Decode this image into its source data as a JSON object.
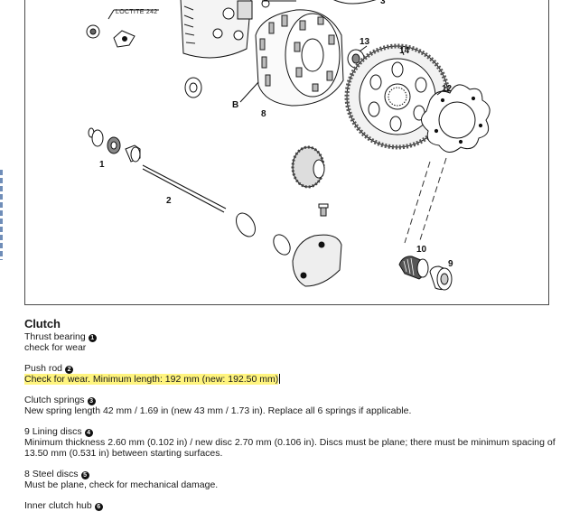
{
  "figure": {
    "callouts": {
      "loctite": "LOCTITE 242",
      "n3": "3",
      "n13": "13",
      "n14": "14",
      "n12": "12",
      "nB": "B",
      "n8": "8",
      "n1": "1",
      "n2": "2",
      "n10": "10",
      "n9": "9"
    }
  },
  "section": {
    "title": "Clutch",
    "items": [
      {
        "title": "Thrust bearing",
        "badge": "1",
        "desc": "check for wear"
      },
      {
        "title": "Push rod",
        "badge": "2",
        "desc": "Check for wear. Minimum length: 192 mm (new: 192.50 mm)"
      },
      {
        "title": "Clutch springs",
        "badge": "3",
        "desc": "New spring length 42 mm / 1.69 in (new 43 mm / 1.73 in). Replace all 6 springs if applicable."
      },
      {
        "title": "9 Lining discs",
        "badge": "4",
        "desc": "Minimum thickness 2.60 mm (0.102 in) / new disc 2.70 mm (0.106 in). Discs must be plane; there must be minimum spacing of 13.50 mm (0.531 in) between starting surfaces."
      },
      {
        "title": "8 Steel discs",
        "badge": "5",
        "desc": "Must be plane, check for mechanical damage."
      },
      {
        "title": "Inner clutch hub",
        "badge": "6",
        "desc": ""
      }
    ]
  }
}
